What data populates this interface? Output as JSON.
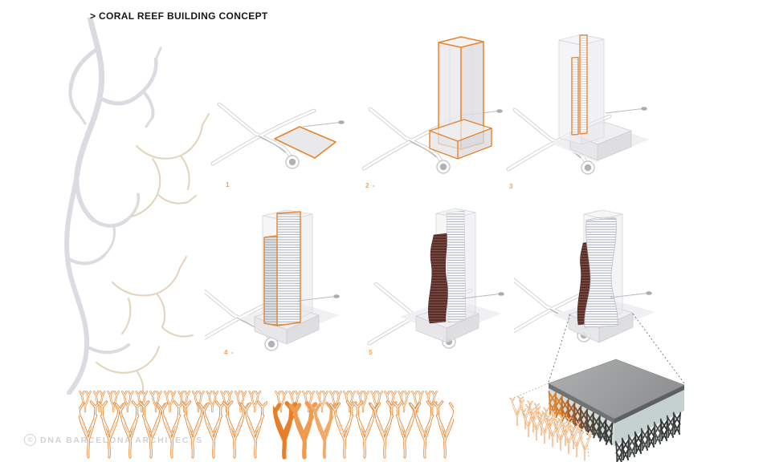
{
  "page": {
    "title": "> CORAL REEF BUILDING CONCEPT",
    "copyright_symbol": "©",
    "copyright_text": "DNA BARCELONA ARCHITECTS"
  },
  "steps": [
    {
      "label": "1"
    },
    {
      "label": "2 -"
    },
    {
      "label": "3"
    },
    {
      "label": "4 -"
    },
    {
      "label": "5"
    },
    {
      "label": ""
    }
  ],
  "colors": {
    "accent_orange": "#E8832C",
    "step_number_orange": "#F0A35E",
    "road_gray": "#C8C8CC",
    "ghost_volume_gray": "#E9E9EC",
    "dark_tower_maroon": "#572C26",
    "floor_plate_gray": "#AEB4BF",
    "slab_top_gray": "#9C9E9F",
    "coral_branch_gray": "#DBDBE1",
    "coral_branch_beige": "#E3D3BA",
    "detail_backdrop_teal": "#CBD8D6"
  }
}
